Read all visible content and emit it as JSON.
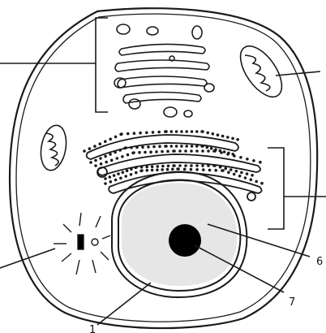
{
  "figure": {
    "labels": [
      {
        "key": "nucleolus",
        "text": "7"
      },
      {
        "key": "nucleus",
        "text": "6"
      },
      {
        "key": "nuclear_envelope",
        "text": "1"
      }
    ],
    "colors": {
      "ink": "#1a1a1a",
      "paper": "#ffffff",
      "nucleoplasm": "#e6e6e6",
      "nucleolus": "#000000"
    }
  }
}
